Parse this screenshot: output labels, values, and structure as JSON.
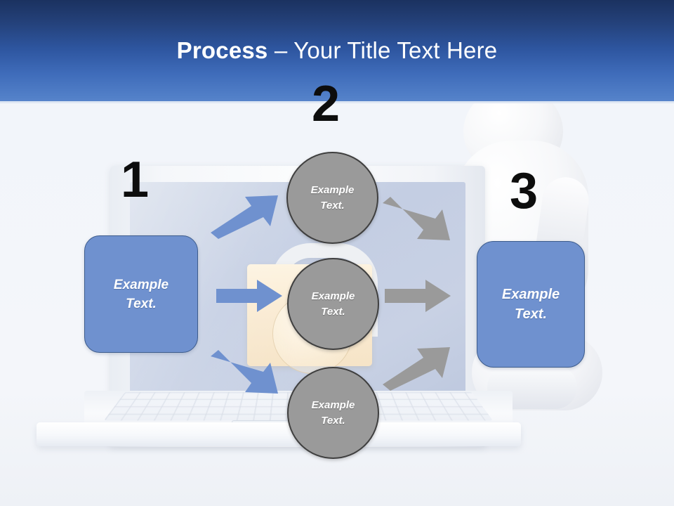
{
  "slide": {
    "title_strong": "Process",
    "title_light": " – Your Title Text Here",
    "background_color": "#F4F7FB",
    "header_gradient_top": "#1B3260",
    "header_gradient_bottom": "#5A86CC"
  },
  "theme": {
    "accent_blue": "#6F91CF",
    "accent_blue_border": "#3D5C8C",
    "node_gray": "#9A9A9A",
    "node_gray_border": "#3F3F3F",
    "arrow_blue": "#6F91CF",
    "arrow_gray": "#9A9A9A",
    "number_color": "#0D0D0D",
    "text_on_shape": "#FFFFFF"
  },
  "steps": {
    "numbers": [
      "1",
      "2",
      "3"
    ]
  },
  "boxes": {
    "left": {
      "line1": "Example",
      "line2": "Text."
    },
    "right": {
      "line1": "Example",
      "line2": "Text."
    }
  },
  "circles": [
    {
      "line1": "Example",
      "line2": "Text."
    },
    {
      "line1": "Example",
      "line2": "Text."
    },
    {
      "line1": "Example",
      "line2": "Text."
    }
  ],
  "arrows": [
    {
      "name": "blue-up-right",
      "color": "#6F91CF",
      "direction": "up-right"
    },
    {
      "name": "blue-right",
      "color": "#6F91CF",
      "direction": "right"
    },
    {
      "name": "blue-down-right",
      "color": "#6F91CF",
      "direction": "down-right"
    },
    {
      "name": "gray-down-right",
      "color": "#9A9A9A",
      "direction": "down-right"
    },
    {
      "name": "gray-right",
      "color": "#9A9A9A",
      "direction": "right"
    },
    {
      "name": "gray-up-right",
      "color": "#9A9A9A",
      "direction": "up-right"
    }
  ]
}
